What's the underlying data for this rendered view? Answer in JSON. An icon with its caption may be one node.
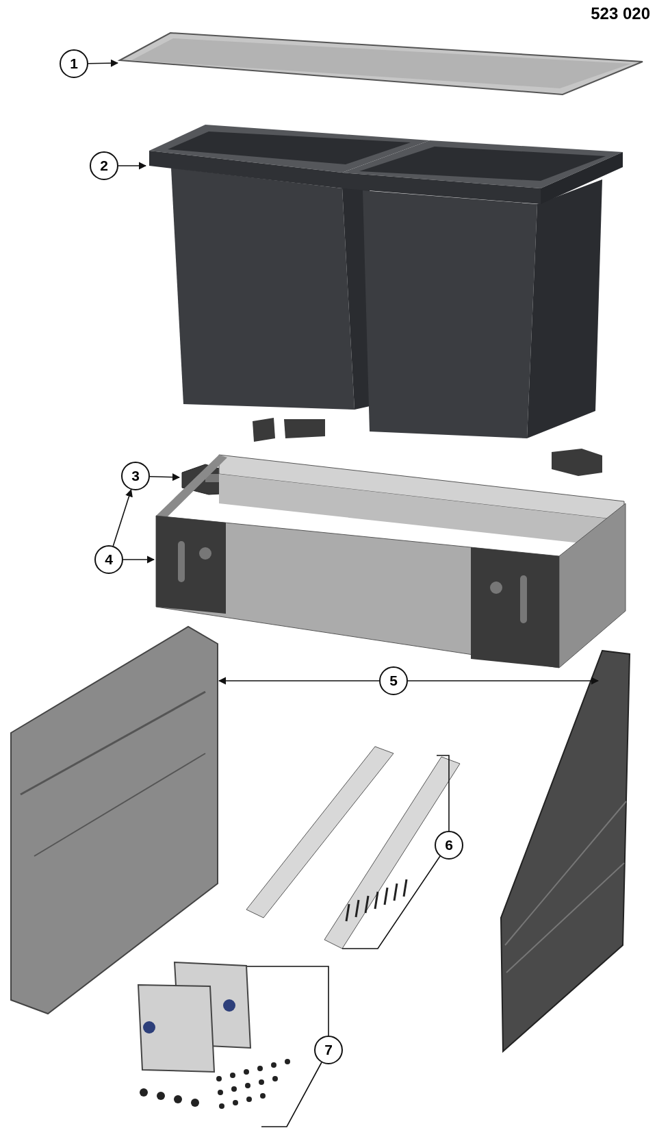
{
  "diagram": {
    "nodes": [
      {
        "text": [
          "1"
        ]
      },
      {
        "text": [],
        "shape": "picture"
      },
      {
        "text": [
          "2"
        ]
      },
      {
        "text": [],
        "shape": "picture"
      },
      {
        "text": [
          "3"
        ]
      },
      {
        "text": [],
        "shape": "picture"
      },
      {
        "text": [
          "4"
        ]
      },
      {
        "text": [],
        "shape": "picture"
      },
      {
        "text": [
          "5"
        ]
      },
      {
        "text": [],
        "shape": "picture"
      },
      {
        "text": [],
        "shape": "picture"
      },
      {
        "text": [
          "6"
        ]
      },
      {
        "text": [],
        "shape": "picture"
      },
      {
        "text": [
          "7"
        ]
      },
      {
        "text": [],
        "shape": "picture"
      }
    ],
    "edges": [
      {
        "from": 0,
        "to": 1,
        "arrow": "to"
      },
      {
        "from": 2,
        "to": 3,
        "arrow": "to"
      },
      {
        "from": 4,
        "to": 5,
        "arrow": "to"
      },
      {
        "from": 6,
        "to": 4,
        "arrow": "to"
      },
      {
        "from": 6,
        "to": 7,
        "arrow": "to"
      },
      {
        "from": 8,
        "to": 9,
        "arrow": "to"
      },
      {
        "from": 8,
        "to": 10,
        "arrow": "to"
      },
      {
        "from": 11,
        "to": 12,
        "arrow": "none"
      },
      {
        "from": 13,
        "to": 14,
        "arrow": "none"
      }
    ],
    "labels": [
      "523 020"
    ]
  }
}
